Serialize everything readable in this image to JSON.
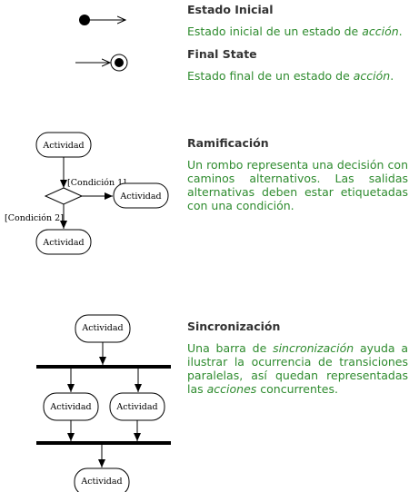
{
  "sections": [
    {
      "title": "Estado Inicial",
      "desc": [
        {
          "t": "Estado inicial de un estado de "
        },
        {
          "t": "acción",
          "em": true
        },
        {
          "t": "."
        }
      ]
    },
    {
      "title": "Final State",
      "desc": [
        {
          "t": "Estado final de un estado de "
        },
        {
          "t": "acción",
          "em": true
        },
        {
          "t": "."
        }
      ]
    },
    {
      "title": "Ramificación",
      "desc": [
        {
          "t": "Un rombo representa una decisión con caminos alternativos. Las salidas alternativas deben estar etiquetadas con una condición."
        }
      ]
    },
    {
      "title": "Sincronización",
      "desc": [
        {
          "t": "Una barra de "
        },
        {
          "t": "sincronización",
          "em": true
        },
        {
          "t": " ayuda a ilustrar la ocurrencia de transiciones paralelas, así quedan representadas las "
        },
        {
          "t": "acciones",
          "em": true
        },
        {
          "t": " concurrentes."
        }
      ]
    }
  ],
  "diagram_labels": {
    "activity": "Actividad",
    "condition1": "[Condición 1]",
    "condition2": "[Condición 2]"
  },
  "colors": {
    "title": "#333333",
    "description": "#2e8b2e"
  }
}
